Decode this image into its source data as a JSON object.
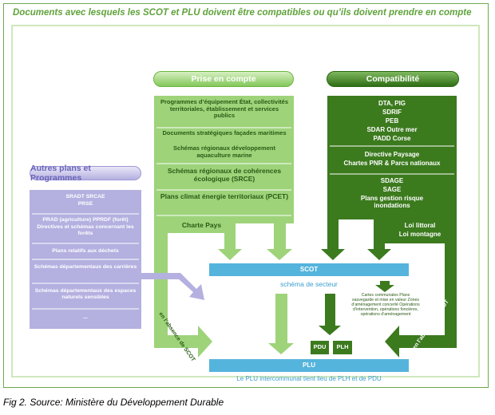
{
  "title": "Documents avec lesquels les SCOT et PLU doivent être compatibles ou qu’ils doivent prendre en compte",
  "headers": {
    "prise": "Prise en compte",
    "compat": "Compatibilité",
    "autres": "Autres plans et Programmes"
  },
  "prise_items": [
    "Programmes d’équipement État, collectivités territoriales, établissement et services publics",
    "Documents stratégiques façades maritimes",
    "Schémas régionaux développement aquaculture marine",
    "Schémas régionaux de cohérences écologique (SRCE)",
    "Plans climat énergie territoriaux (PCET)",
    "Charte Pays"
  ],
  "compat_items": [
    "DTA, PIG",
    "SDRIF",
    "PEB",
    "SDAR Outre mer",
    "PADD Corse",
    "Directive Paysage",
    "Chartes PNR & Parcs nationaux",
    "SDAGE",
    "SAGE",
    "Plans gestion risque inondations",
    "Loi littoral",
    "Loi montagne"
  ],
  "autres_items": [
    "SRADT SRCAE",
    "PRSE",
    "PRAD (agriculture) PPRDF (forêt)",
    "Directives et schémas concernant les forêts",
    "Plans relatifs aux déchets",
    "Schémas départementaux des carrières",
    "Schémas départementaux des espaces naturels sensibles",
    "..."
  ],
  "scot": {
    "label": "SCOT",
    "sub": "schéma de secteur"
  },
  "plu": {
    "label": "PLU",
    "sub": "Le PLU intercommunal tient lieu de PLH et de PDU"
  },
  "pdu": "PDU",
  "plh": "PLH",
  "absence_scot": "en l’absence de SCOT",
  "cartes_note": "Cartes communales Plans sauvegarde et mise en valeur Zones d’aménagement concerté Opérations d’intervention, opérations foncières, opérations d’aménagement",
  "caption": "Fig 2. Source: Ministère du Développement Durable",
  "colors": {
    "light_green": "#9ed37a",
    "dark_green": "#3c7a1e",
    "blue": "#55b4dc",
    "lavender": "#b4b0e0",
    "title_green": "#5fa33b"
  }
}
